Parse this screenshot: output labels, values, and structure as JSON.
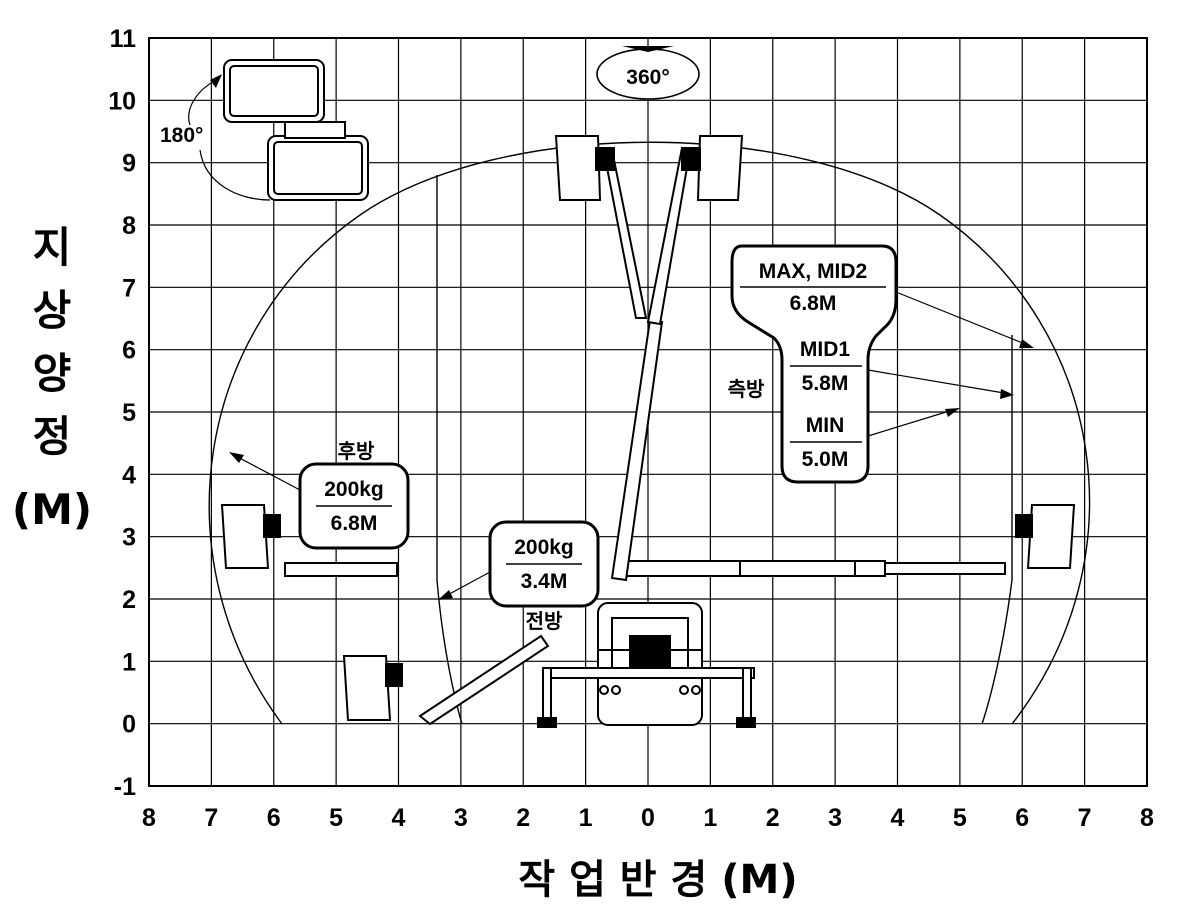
{
  "axes": {
    "x_label": "작 업 반 경 (M)",
    "y_label_chars": [
      "지",
      "상",
      "양",
      "정"
    ],
    "y_label_unit": "(M)",
    "x_ticks": [
      "8",
      "7",
      "6",
      "5",
      "4",
      "3",
      "2",
      "1",
      "0",
      "1",
      "2",
      "3",
      "4",
      "5",
      "6",
      "7",
      "8"
    ],
    "y_ticks": [
      "11",
      "10",
      "9",
      "8",
      "7",
      "6",
      "5",
      "4",
      "3",
      "2",
      "1",
      "0",
      "-1"
    ]
  },
  "rotation": {
    "label": "360°"
  },
  "swing_inset": {
    "label": "180°"
  },
  "rear_callout": {
    "direction": "후방",
    "load": "200kg",
    "reach": "6.8M"
  },
  "front_callout": {
    "direction": "전방",
    "load": "200kg",
    "reach": "3.4M"
  },
  "side_callout": {
    "direction": "측방",
    "max_mid2_label": "MAX, MID2",
    "max_mid2_reach": "6.8M",
    "mid1_label": "MID1",
    "mid1_reach": "5.8M",
    "min_label": "MIN",
    "min_reach": "5.0M"
  }
}
